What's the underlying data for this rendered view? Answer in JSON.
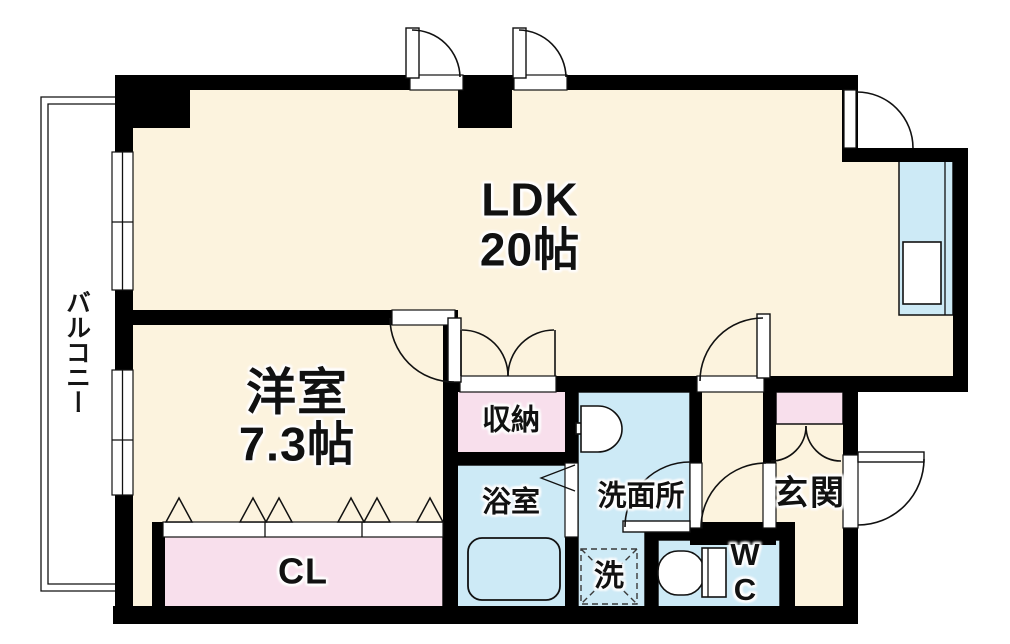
{
  "palette": {
    "floor": "#fcf3de",
    "pink": "#f8dfec",
    "blue": "#cdeaf6",
    "wall": "#000000",
    "line": "#111111",
    "halo": "#ffffff"
  },
  "labels": {
    "ldk": {
      "name": "LDK",
      "size": "20帖"
    },
    "western_room": {
      "name": "洋室",
      "size": "7.3帖"
    },
    "storage": "収納",
    "bathroom": "浴室",
    "washroom": "洗面所",
    "entrance": "玄関",
    "closet": "CL",
    "toilet": "WC",
    "laundry": "洗",
    "balcony": "バルコニー"
  }
}
